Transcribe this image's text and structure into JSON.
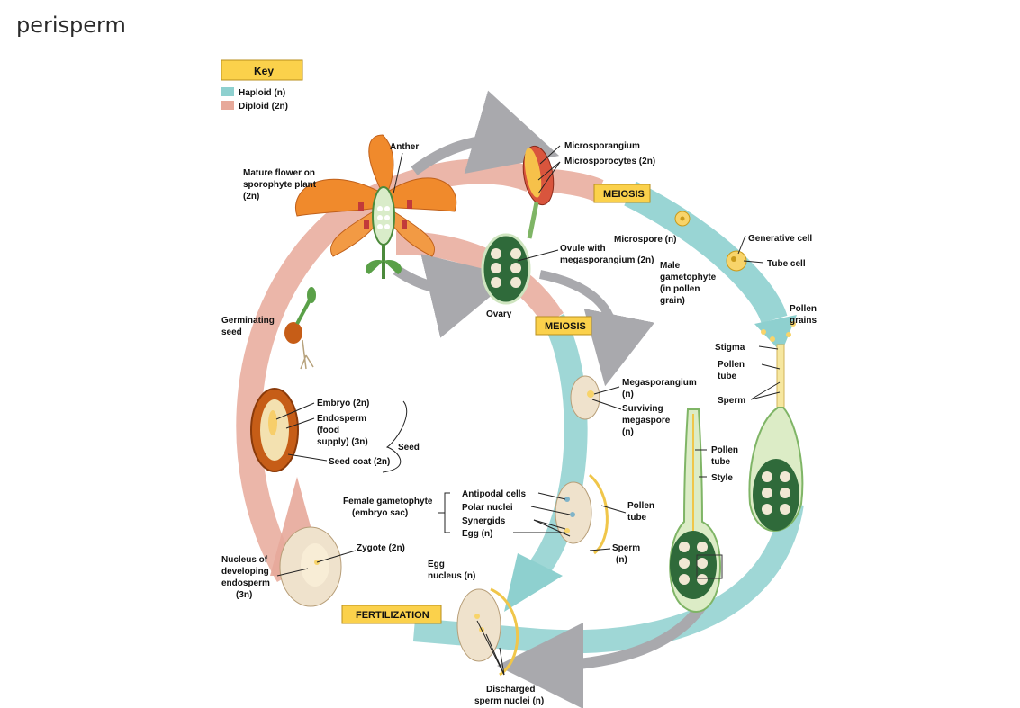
{
  "caption": "perisperm",
  "colors": {
    "haploid": "#8ed0cf",
    "diploid": "#e7a99a",
    "stage_box": "#fbd14b",
    "arrow_gray": "#a9a9ad",
    "ovule_green": "#2f6a3a",
    "flower_orange": "#f08a2c"
  },
  "key": {
    "title": "Key",
    "haploid": "Haploid (n)",
    "diploid": "Diploid (2n)"
  },
  "stages": {
    "meiosis_top": "MEIOSIS",
    "meiosis_mid": "MEIOSIS",
    "fertilization": "FERTILIZATION"
  },
  "labels": {
    "anther": "Anther",
    "mature_flower": [
      "Mature flower on",
      "sporophyte plant",
      "(2n)"
    ],
    "microsporangium": "Microsporangium",
    "microsporocytes": "Microsporocytes (2n)",
    "microspore": "Microspore (n)",
    "generative_cell": "Generative cell",
    "tube_cell": "Tube cell",
    "male_gametophyte": [
      "Male",
      "gametophyte",
      "(in pollen",
      "grain)"
    ],
    "pollen_grains": [
      "Pollen",
      "grains"
    ],
    "ovule": [
      "Ovule with",
      "megasporangium (2n)"
    ],
    "ovary": "Ovary",
    "stigma": "Stigma",
    "pollen_tube_top": [
      "Pollen",
      "tube"
    ],
    "sperm_top": "Sperm",
    "megasporangium": [
      "Megasporangium",
      "(n)"
    ],
    "surviving_megaspore": [
      "Surviving",
      "megaspore",
      "(n)"
    ],
    "germinating_seed": [
      "Germinating",
      "seed"
    ],
    "embryo": "Embryo (2n)",
    "endosperm": [
      "Endosperm",
      "(food",
      "supply) (3n)"
    ],
    "seed_coat": "Seed coat (2n)",
    "seed": "Seed",
    "pollen_tube_mid": [
      "Pollen",
      "tube"
    ],
    "style": "Style",
    "female_gametophyte": [
      "Female gametophyte",
      "(embryo sac)"
    ],
    "antipodal_cells": "Antipodal cells",
    "polar_nuclei": "Polar nuclei",
    "synergids": "Synergids",
    "egg": "Egg (n)",
    "pollen_tube_low": [
      "Pollen",
      "tube"
    ],
    "sperm_low": [
      "Sperm",
      "(n)"
    ],
    "zygote": "Zygote (2n)",
    "nucleus_endosperm": [
      "Nucleus of",
      "developing",
      "endosperm",
      "(3n)"
    ],
    "egg_nucleus": [
      "Egg",
      "nucleus (n)"
    ],
    "discharged_sperm": [
      "Discharged",
      "sperm nuclei (n)"
    ]
  }
}
